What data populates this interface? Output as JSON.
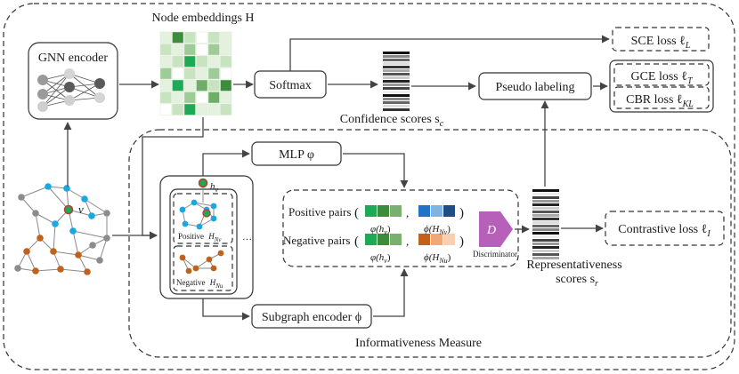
{
  "labels": {
    "node_embeddings": "Node embeddings H",
    "gnn_encoder": "GNN encoder",
    "softmax": "Softmax",
    "confidence_scores": "Confidence scores s",
    "confidence_sub": "c",
    "pseudo_labeling": "Pseudo labeling",
    "sce_loss": "SCE loss ℓ",
    "sce_sub": "L",
    "gce_loss": "GCE loss ℓ",
    "gce_sub": "T",
    "cbr_loss": "CBR loss ℓ",
    "cbr_sub": "KL",
    "mlp": "MLP φ",
    "subgraph_encoder": "Subgraph encoder ϕ",
    "positive_pairs": "Positive pairs",
    "negative_pairs": "Negative pairs",
    "phi_hv": "φ(h",
    "phi_hv_sub": "v",
    "Phi_hnv": "ϕ(H",
    "Phi_hnv_sub": "Nv",
    "Phi_hnu_sub": "Nu",
    "discriminator": "Discriminator",
    "disc_letter": "D",
    "representativeness_1": "Representativeness",
    "representativeness_2": "scores s",
    "representativeness_sub": "r",
    "contrastive_loss": "Contrastive loss ℓ",
    "contrastive_sub": "I",
    "informativeness": "Informativeness Measure",
    "positive": "Positive",
    "negative": "Negative",
    "H_nv": "H",
    "hv": "h",
    "hv_sub": "v",
    "v": "v",
    "ellipsis": "…",
    "open_paren": "(",
    "close_paren": ")",
    "comma": ","
  },
  "colors": {
    "green_dark": "#3d8b3d",
    "green_mid": "#79b070",
    "green_light": "#c8e3c0",
    "green_bright": "#1fa855",
    "blue_node": "#1ba8e0",
    "orange_node": "#c0621c",
    "gray_node": "#8c8c8c",
    "disc_purple": "#b660b9",
    "pair_blue_dark": "#1f4e86",
    "pair_blue": "#1f74c4",
    "pair_blue_light": "#7fb4e0",
    "pair_orange_dark": "#c0621c",
    "pair_orange": "#f0a877",
    "pair_orange_light": "#f7cfb3"
  },
  "icons": {
    "gnn": "neural-network-icon",
    "discriminator": "discriminator-trapezoid-icon"
  }
}
